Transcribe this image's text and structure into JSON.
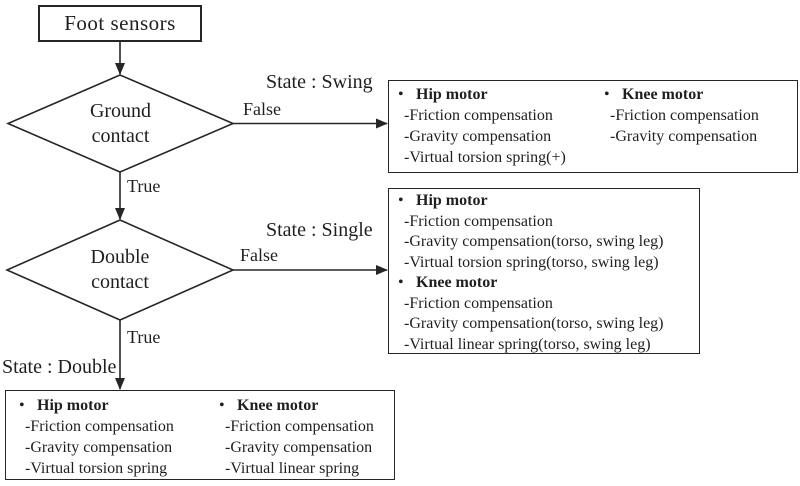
{
  "colors": {
    "ink": "#262626",
    "background": "#ffffff"
  },
  "bullet": "•",
  "flowchart": {
    "start_label": "Foot sensors",
    "ground_decision": {
      "line1": "Ground",
      "line2": "contact"
    },
    "double_decision": {
      "line1": "Double",
      "line2": "contact"
    },
    "edge_labels": {
      "ground_true": "True",
      "ground_false": "False",
      "double_true": "True",
      "double_false": "False"
    },
    "state_labels": {
      "swing": "State : Swing",
      "single": "State : Single",
      "double": "State : Double"
    }
  },
  "boxes": {
    "swing": {
      "hip": {
        "title": "Hip motor",
        "items": [
          "-Friction compensation",
          "-Gravity compensation",
          "-Virtual torsion spring(+)"
        ]
      },
      "knee": {
        "title": "Knee motor",
        "items": [
          "-Friction compensation",
          "-Gravity compensation"
        ]
      }
    },
    "single": {
      "hip": {
        "title": "Hip motor",
        "items": [
          "-Friction compensation",
          "-Gravity compensation(torso, swing leg)",
          "-Virtual torsion spring(torso, swing leg)"
        ]
      },
      "knee": {
        "title": "Knee motor",
        "items": [
          "-Friction compensation",
          "-Gravity compensation(torso, swing leg)",
          "-Virtual linear spring(torso, swing leg)"
        ]
      }
    },
    "double": {
      "hip": {
        "title": "Hip motor",
        "items": [
          "-Friction compensation",
          "-Gravity compensation",
          "-Virtual torsion spring"
        ]
      },
      "knee": {
        "title": "Knee motor",
        "items": [
          "-Friction compensation",
          "-Gravity compensation",
          "-Virtual linear spring"
        ]
      }
    }
  }
}
